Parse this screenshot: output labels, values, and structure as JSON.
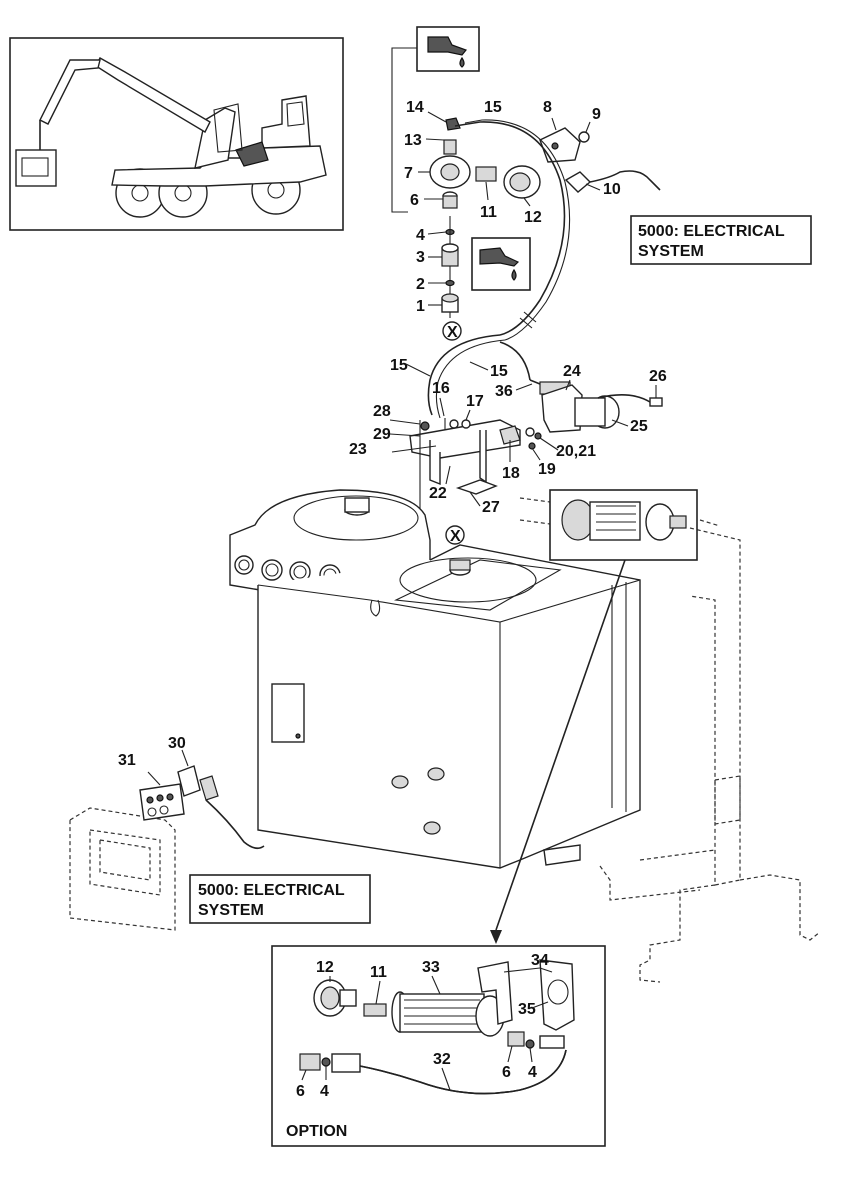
{
  "callouts": {
    "c1": "1",
    "c2": "2",
    "c3": "3",
    "c4": "4",
    "c6": "6",
    "c7": "7",
    "c8": "8",
    "c9": "9",
    "c10": "10",
    "c11": "11",
    "c12": "12",
    "c13": "13",
    "c14": "14",
    "c15a": "15",
    "c15b": "15",
    "c15c": "15",
    "c16": "16",
    "c17": "17",
    "c18": "18",
    "c19": "19",
    "c2021": "20,21",
    "c22": "22",
    "c23": "23",
    "c24": "24",
    "c25": "25",
    "c26": "26",
    "c27": "27",
    "c28": "28",
    "c29": "29",
    "c30": "30",
    "c31": "31",
    "c36": "36",
    "cx1": "X",
    "cx2": "X"
  },
  "references": {
    "electrical_top_line1": "5000: ELECTRICAL",
    "electrical_top_line2": "SYSTEM",
    "electrical_bottom_line1": "5000: ELECTRICAL",
    "electrical_bottom_line2": "SYSTEM"
  },
  "option_box": {
    "label": "OPTION",
    "callouts": {
      "o12": "12",
      "o11": "11",
      "o33": "33",
      "o34": "34",
      "o35": "35",
      "o32": "32",
      "o6a": "6",
      "o4a": "4",
      "o6b": "6",
      "o4b": "4"
    }
  },
  "icons": {
    "oil_top": "oil-can-icon",
    "oil_mid": "oil-can-icon",
    "machine": "forwarder-machine-icon"
  }
}
